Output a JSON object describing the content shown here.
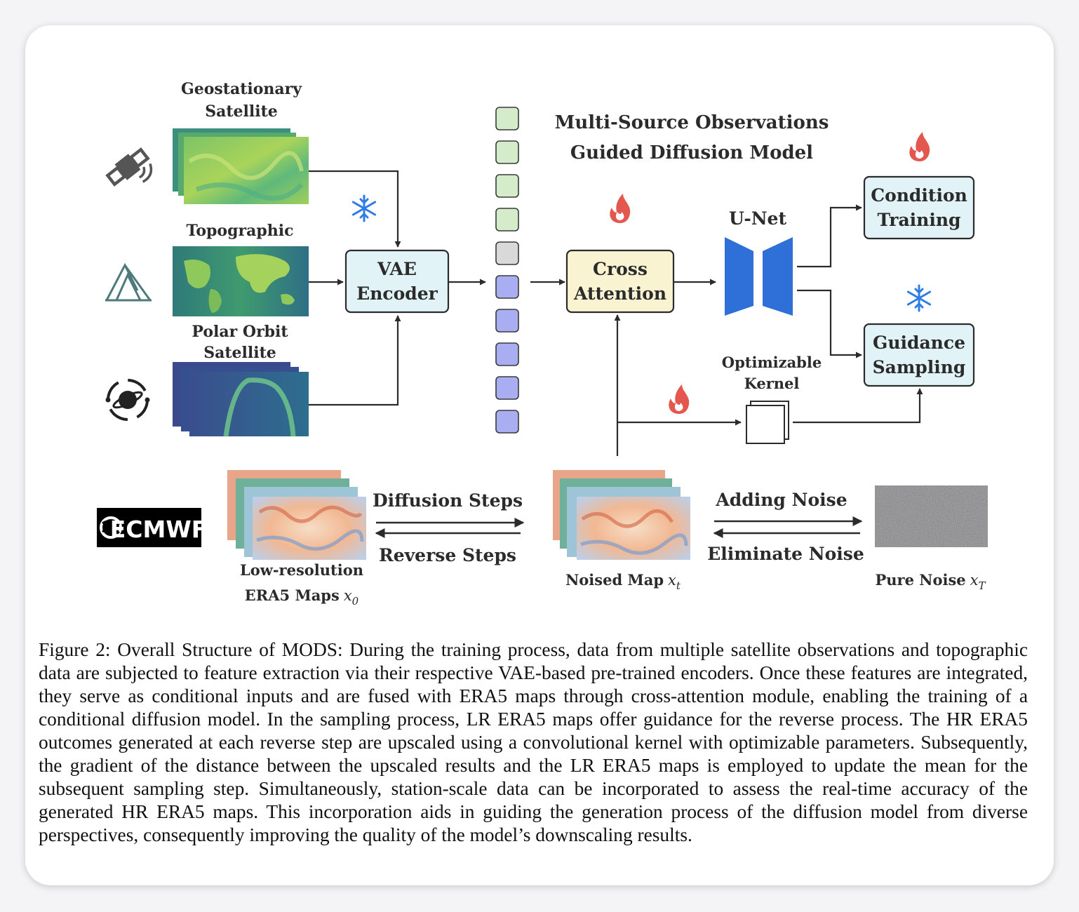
{
  "diagram": {
    "title": [
      "Multi-Source Observations",
      "Guided Diffusion Model"
    ],
    "sources": {
      "geostationary": [
        "Geostationary",
        "Satellite"
      ],
      "topographic": "Topographic",
      "polar_orbit": [
        "Polar Orbit",
        "Satellite"
      ]
    },
    "vae_encoder": [
      "VAE",
      "Encoder"
    ],
    "cross_attention": [
      "Cross",
      "Attention"
    ],
    "unet": "U-Net",
    "condition_training": [
      "Condition",
      "Training"
    ],
    "guidance_sampling": [
      "Guidance",
      "Sampling"
    ],
    "optimizable_kernel": [
      "Optimizable",
      "Kernel"
    ],
    "ecmwf_logo": "ECMWF",
    "lr_maps": {
      "line1": "Low-resolution",
      "line2": "ERA5 Maps",
      "var": "x",
      "sub": "0"
    },
    "diffusion_steps": "Diffusion Steps",
    "reverse_steps": "Reverse Steps",
    "noised_map": {
      "text": "Noised Map",
      "var": "x",
      "sub": "t"
    },
    "adding_noise": "Adding Noise",
    "eliminate_noise": "Eliminate Noise",
    "pure_noise": {
      "text": "Pure Noise",
      "var": "x",
      "sub": "T"
    },
    "token_colors": [
      "#d5eccb",
      "#d5eccb",
      "#d5eccb",
      "#d5eccb",
      "#d9d9d9",
      "#a9aef2",
      "#a9aef2",
      "#a9aef2",
      "#a9aef2",
      "#a9aef2"
    ],
    "colors": {
      "box_blue": "#e1f3f6",
      "box_yellow": "#faf3d2",
      "unet_blue": "#2f6fd8",
      "fire": "#e4574f",
      "snowflake": "#2e7de6"
    },
    "icons": [
      "satellite-icon",
      "mountain-icon",
      "polar-orbit-icon",
      "snowflake-icon",
      "fire-icon"
    ]
  },
  "caption": "Figure 2: Overall Structure of MODS: During the training process, data from multiple satellite observations and topographic data are subjected to feature extraction via their respective VAE-based pre-trained encoders. Once these features are integrated, they serve as conditional inputs and are fused with ERA5 maps through cross-attention module, enabling the training of a conditional diffusion model. In the sampling process, LR ERA5 maps offer guidance for the reverse process. The HR ERA5 outcomes generated at each reverse step are upscaled using a convolutional kernel with optimizable parameters. Subsequently, the gradient of the distance between the upscaled results and the LR ERA5 maps is employed to update the mean for the subsequent sampling step. Simultaneously, station-scale data can be incorporated to assess the real-time accuracy of the generated HR ERA5 maps. This incorporation aids in guiding the generation process of the diffusion model from diverse perspectives, consequently improving the quality of the model’s downscaling results."
}
